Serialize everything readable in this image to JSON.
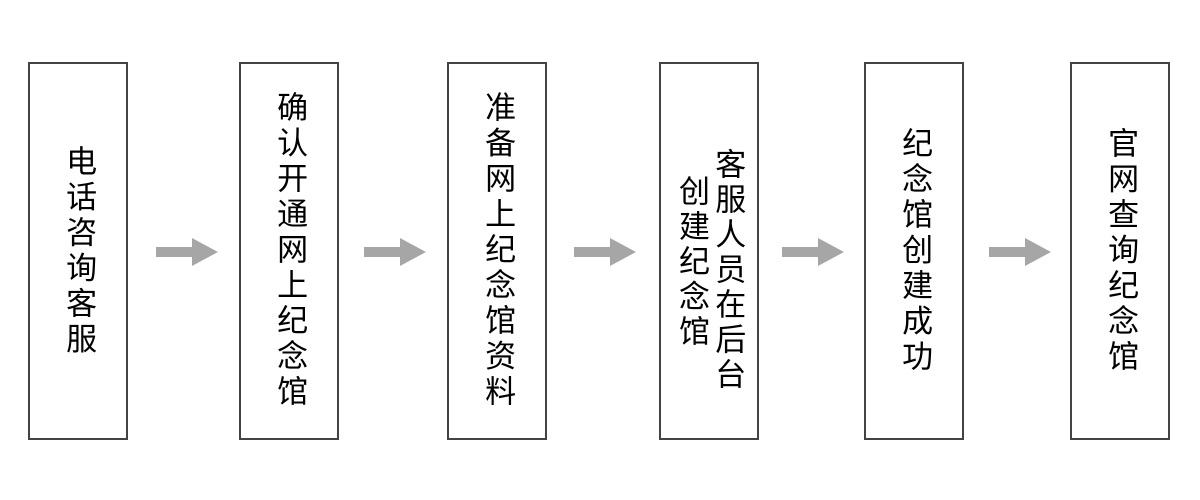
{
  "diagram": {
    "type": "horizontal-process-flow",
    "orientation": "left-to-right",
    "text_direction": "vertical-right-to-left",
    "background_color": "#FFFFFF",
    "node_border_color": "#434343",
    "node_fill_color": "#FFFFFF",
    "arrow_color": "#A6A6A6",
    "text_color": "#000000",
    "node_count": 6,
    "arrow_count": 5,
    "nodes": [
      {
        "id": "node-1",
        "step": 1,
        "label": "电话咨询客服",
        "columns": [
          "电话咨询客服"
        ]
      },
      {
        "id": "node-2",
        "step": 2,
        "label": "确认开通网上纪念馆",
        "columns": [
          "确认开通网上纪念馆"
        ]
      },
      {
        "id": "node-3",
        "step": 3,
        "label": "准备网上纪念馆资料",
        "columns": [
          "准备网上纪念馆资料"
        ]
      },
      {
        "id": "node-4",
        "step": 4,
        "label": "客服人员在后台创建纪念馆",
        "columns": [
          "客服人员在后台",
          "创建纪念馆"
        ]
      },
      {
        "id": "node-5",
        "step": 5,
        "label": "纪念馆创建成功",
        "columns": [
          "纪念馆创建成功"
        ]
      },
      {
        "id": "node-6",
        "step": 6,
        "label": "官网查询纪念馆",
        "columns": [
          "官网查询纪念馆"
        ]
      }
    ],
    "arrows": [
      {
        "id": "arrow-1",
        "from": "node-1",
        "to": "node-2",
        "glyph": "right-arrow"
      },
      {
        "id": "arrow-2",
        "from": "node-2",
        "to": "node-3",
        "glyph": "right-arrow"
      },
      {
        "id": "arrow-3",
        "from": "node-3",
        "to": "node-4",
        "glyph": "right-arrow"
      },
      {
        "id": "arrow-4",
        "from": "node-4",
        "to": "node-5",
        "glyph": "right-arrow"
      },
      {
        "id": "arrow-5",
        "from": "node-5",
        "to": "node-6",
        "glyph": "right-arrow"
      }
    ]
  }
}
